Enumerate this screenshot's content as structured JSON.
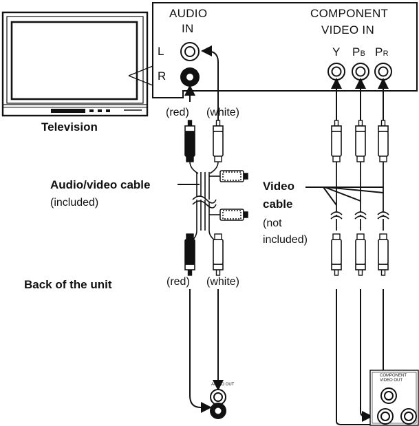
{
  "tv": {
    "label": "Television"
  },
  "tv_panel": {
    "audio_in_line1": "AUDIO",
    "audio_in_line2": "IN",
    "left_jack": "L",
    "right_jack": "R",
    "component_line1": "COMPONENT",
    "component_line2": "VIDEO IN",
    "jack_y": "Y",
    "jack_pb": "P",
    "jack_pb_sub": "B",
    "jack_pr": "P",
    "jack_pr_sub": "R"
  },
  "audio_cable": {
    "top_red": "(red)",
    "top_white": "(white)",
    "name": "Audio/video cable",
    "note": "(included)",
    "bottom_red": "(red)",
    "bottom_white": "(white)"
  },
  "video_cable": {
    "name_line1": "Video",
    "name_line2": "cable",
    "note_line1": "(not",
    "note_line2": "included)"
  },
  "unit": {
    "label": "Back of the unit",
    "audio_out_label": "AUDIO OUT",
    "component_out_line1": "COMPONENT",
    "component_out_line2": "VIDEO OUT"
  },
  "colors": {
    "ink": "#111111",
    "paper": "#ffffff"
  }
}
